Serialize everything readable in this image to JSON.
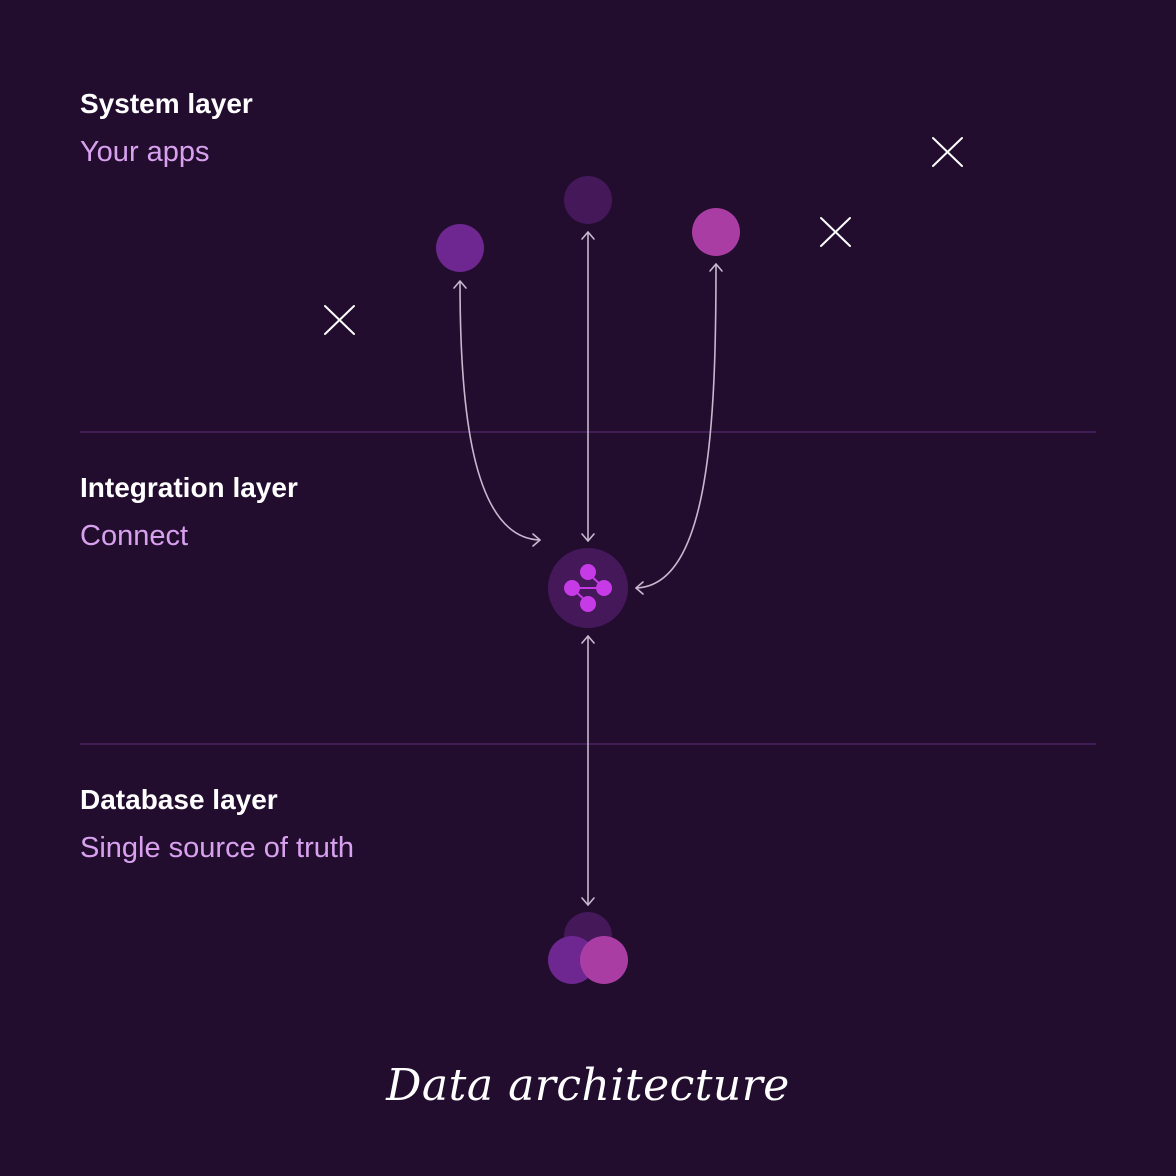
{
  "layers": [
    {
      "title": "System layer",
      "subtitle": "Your apps"
    },
    {
      "title": "Integration layer",
      "subtitle": "Connect"
    },
    {
      "title": "Database layer",
      "subtitle": "Single source of truth"
    }
  ],
  "caption": "Data architecture",
  "colors": {
    "background": "#230d2f",
    "divider": "#3f1d52",
    "connector": "#c8b8cf",
    "app_dark": "#45185a",
    "app_mid": "#6e2791",
    "app_bright": "#a93da4",
    "hub_bg": "#45185a",
    "hub_icon": "#c73be6",
    "cross": "#ffffff"
  },
  "icons": [
    "close-icon",
    "network-hub-icon",
    "database-icon"
  ]
}
